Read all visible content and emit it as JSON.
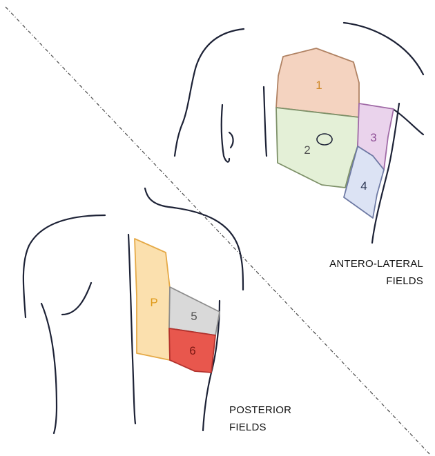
{
  "fields": [
    {
      "id": "1",
      "fill": "#f4d3c0",
      "stroke": "#b08263",
      "label_color": "#d08a2c"
    },
    {
      "id": "2",
      "fill": "#e4f0d7",
      "stroke": "#7e9169",
      "label_color": "#555555"
    },
    {
      "id": "3",
      "fill": "#ead3ec",
      "stroke": "#a06aa6",
      "label_color": "#8e4f96"
    },
    {
      "id": "4",
      "fill": "#dce3f4",
      "stroke": "#6e7aa4",
      "label_color": "#2a3450"
    },
    {
      "id": "P",
      "fill": "#fbe0ae",
      "stroke": "#e5a946",
      "label_color": "#df9b1c"
    },
    {
      "id": "5",
      "fill": "#d9d9d9",
      "stroke": "#8d8d8d",
      "label_color": "#555555"
    },
    {
      "id": "6",
      "fill": "#e8574d",
      "stroke": "#b3322d",
      "label_color": "#7a1712"
    }
  ],
  "captions": {
    "antero_line1": "ANTERO-LATERAL",
    "antero_line2": "FIELDS",
    "posterior_line1": "POSTERIOR",
    "posterior_line2": "FIELDS"
  },
  "colors": {
    "outline": "#1d2236",
    "divider": "#555555"
  }
}
